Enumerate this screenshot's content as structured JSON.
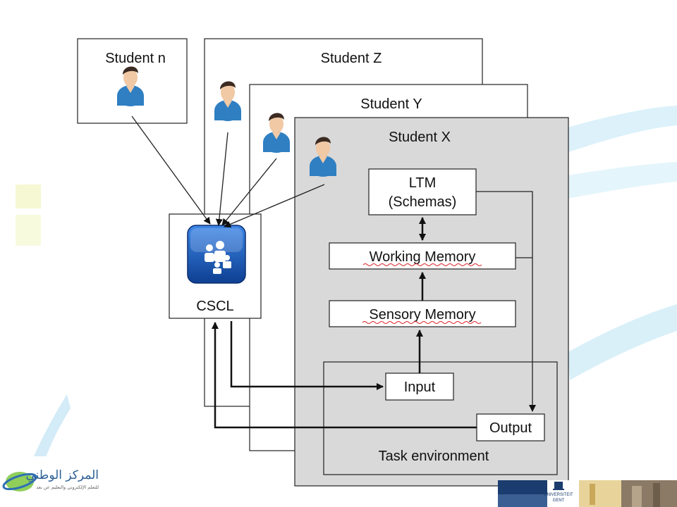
{
  "diagram": {
    "students": {
      "n": "Student n",
      "z": "Student Z",
      "y": "Student Y",
      "x": "Student X"
    },
    "hub": {
      "label": "CSCL",
      "icon": "messenger-icon"
    },
    "memory": {
      "ltm_line1": "LTM",
      "ltm_line2": "(Schemas)",
      "working": "Working Memory",
      "sensory": "Sensory Memory"
    },
    "task": {
      "input": "Input",
      "output": "Output",
      "environment": "Task environment"
    }
  },
  "footer": {
    "arabic_logo_text": "المركز الوطني",
    "arabic_logo_subtitle": "للتعلم الإلكتروني والتعليم عن بعد",
    "university_line1": "UNIVERSITEIT",
    "university_line2": "GENT"
  },
  "colors": {
    "panel_fill": "#d9d9d9",
    "icon_blue": "#1f5fb8",
    "person_shirt": "#2f7fc2",
    "accent_swoosh": "#cfe9f7"
  }
}
